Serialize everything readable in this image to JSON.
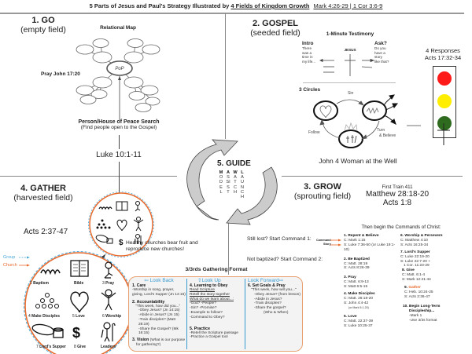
{
  "header": {
    "title_prefix": "5 Parts of Jesus and Paul's Strategy Illustrated by",
    "title_emphasis": "4 Fields of Kingdom Growth",
    "title_reference": "Mark 4:26-29 | 1 Cor 3:6-9"
  },
  "go": {
    "title": "1. GO",
    "subtitle": "(empty field)",
    "map_title": "Relational Map",
    "center_label": "PoP",
    "pray_label": "Pray John 17:20",
    "search_title": "Person/House of Peace Search",
    "search_sub": "(Find people open to the Gospel)",
    "reference": "Luke 10:1-11"
  },
  "gospel": {
    "title": "2. GOSPEL",
    "subtitle": "(seeded field)",
    "testimony_title": "1-Minute Testimony",
    "intro_label": "Intro",
    "intro_lines": [
      "There",
      "was a",
      "time in",
      "my life..."
    ],
    "jesus_label": "JESUS",
    "ask_label": "Ask?",
    "ask_lines": [
      "Do you",
      "have a",
      "story",
      "like that?"
    ],
    "circles_title": "3 Circles",
    "circle_labels": {
      "sin": "Sin",
      "turn": "Turn",
      "believe": "& Believe",
      "follow": "Follow"
    },
    "responses_title": "4 Responses",
    "responses_ref": "Acts 17:32-34",
    "traffic_light_colors": [
      "#ff1a1a",
      "#ffee00",
      "#2e6b1e"
    ],
    "reference": "John 4 Woman at the Well"
  },
  "guide": {
    "title": "5. GUIDE",
    "columns": [
      {
        "letters": [
          "M",
          "O",
          "D",
          "E",
          "L"
        ]
      },
      {
        "letters": [
          "A",
          "S",
          "SI",
          "S",
          "T"
        ]
      },
      {
        "letters": [
          "W",
          "A",
          "T",
          "C",
          "H"
        ]
      },
      {
        "letters": [
          "L",
          "A",
          "U",
          "N",
          "C",
          "H"
        ]
      }
    ]
  },
  "gather": {
    "title": "4. GATHER",
    "subtitle": "(harvested field)",
    "reference": "Acts 2:37-47",
    "fruit_text_1": "Healthy churches bear fruit and",
    "fruit_text_2": "reproduce new churches!",
    "legend_group": "Group",
    "legend_church": "Church",
    "elements": [
      {
        "num": "1",
        "label": "Baptism",
        "icon": "waves-icon"
      },
      {
        "num": "",
        "label": "Bible",
        "icon": "book-icon"
      },
      {
        "num": "3",
        "label": "Pray",
        "icon": "kneeling-person-icon"
      },
      {
        "num": "4",
        "label": "Make Disciples",
        "icon": "multiplication-tree-icon"
      },
      {
        "num": "5",
        "label": "Love",
        "icon": "heart-icon"
      },
      {
        "num": "6",
        "label": "Worship",
        "icon": "raised-hands-person-icon"
      },
      {
        "num": "7",
        "label": "Lord's Supper",
        "icon": "bread-cup-icon"
      },
      {
        "num": "8",
        "label": "Give",
        "icon": "dollar-icon"
      },
      {
        "num": "",
        "label": "Leaders",
        "icon": "shepherd-icon"
      }
    ],
    "colors": {
      "church": "#e8692c",
      "group": "#4aa8d8"
    }
  },
  "format": {
    "title": "3/3rds Gathering Format",
    "look_back": {
      "head": "Look Back",
      "items": [
        {
          "h": "1. Care",
          "lines": [
            "-Worship in song, prayer,",
            "giving, Lord's Supper (Jn 14:15)"
          ]
        },
        {
          "h": "2. Accountability",
          "lines": [
            "\"This week, how did you...\"",
            "-Obey Jesus? (Jn 14:15)",
            "-Abide in Jesus? (Jn 15)",
            "-Train disciples? (Matt 28:19)",
            "-Share the Gospel? (Mk 16:15)"
          ]
        },
        {
          "h": "3. Vision",
          "lines": [
            "(What is our purpose",
            "for gathering?)"
          ]
        }
      ]
    },
    "look_up": {
      "head": "Look Up",
      "items": [
        {
          "h": "4. Learning to Obey",
          "lines": [
            "Read Scripture",
            "Retell the story together",
            "What do we learn about...:",
            "-God? -People?",
            "-Sin? -Promise?",
            "-Example to follow?",
            "-Command to Obey?"
          ]
        },
        {
          "h": "5. Practice",
          "lines": [
            "-Retell the Scripture passage",
            "-Practice a Gospel tool"
          ]
        }
      ]
    },
    "look_forward": {
      "head": "Look Forward",
      "items": [
        {
          "h": "6. Set Goals & Pray",
          "lines": [
            "\"This week, how will you...\"",
            "-Obey Jesus? (from lesson)",
            "-Abide in Jesus?",
            "-Train disciples?",
            "-Share the gospel?",
            "(Who & When)"
          ]
        }
      ]
    }
  },
  "grow": {
    "title": "3. GROW",
    "subtitle": "(sprouting field)",
    "first_train": "First Train 411",
    "ref1": "Matthew 28:18-20",
    "ref2": "Acts 1:8",
    "commands_intro": "Then begin the Commands of Christ:",
    "still_lost": "Still lost? Start Command 1:",
    "not_baptized": "Not baptized? Start Command 2:",
    "legend_command": "Command",
    "legend_story": "Story",
    "commands_left": [
      {
        "h": "1. Repent & Believe",
        "lines": [
          "C: Mark 1:15",
          "S: Luke 7:36-50 (or Luke 19:1-10)"
        ]
      },
      {
        "h": "2. Be Baptized",
        "lines": [
          "C: Matt. 28:19",
          "S: Acts 8:26-39"
        ]
      },
      {
        "h": "3. Pray",
        "lines": [
          "C: Matt. 6:9-13",
          "S: Matt 6:5-15"
        ]
      },
      {
        "h": "4. Make Disciples",
        "lines": [
          "C: Matt. 28:18-20",
          "S: John 4:4-42",
          "(or Mark 5:1-20)"
        ]
      },
      {
        "h": "5. Love",
        "lines": [
          "C: Matt. 22:37-39",
          "S: Luke 10:25-37"
        ]
      }
    ],
    "commands_right": [
      {
        "h": "6. Worship & Persevere",
        "lines": [
          "C: Matthew 4:10",
          "S: Acts 16:25-34"
        ]
      },
      {
        "h": "7. Lord's Supper",
        "lines": [
          "C: Luke 22:19-20",
          "S: Luke 22:7-20 +",
          "1 Cor. 11:23-29"
        ]
      },
      {
        "h": "8. Give",
        "lines": [
          "C: Matt. 6:1-4",
          "S: Mark 12:41-44"
        ]
      },
      {
        "h": "9. ",
        "h_accent": "Gather",
        "lines": [
          "C: Heb. 10:24-25",
          "S: Acts 2:36-47"
        ]
      },
      {
        "h": "10. Begin Long-Term",
        "h2": "Discipleship...",
        "lines": [
          "-Mark 1",
          "-Use 3/3s format"
        ]
      }
    ]
  }
}
